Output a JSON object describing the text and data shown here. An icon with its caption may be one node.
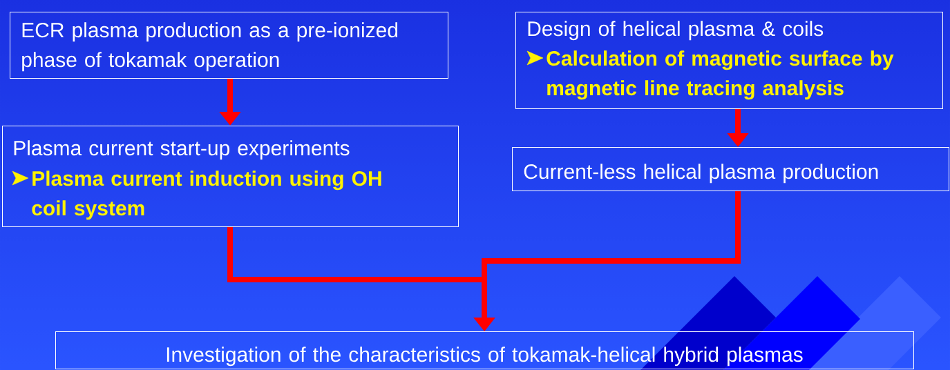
{
  "diagram": {
    "nodes": [
      {
        "text": [
          "ECR plasma production as a pre-ionized phase of tokamak operation"
        ]
      },
      {
        "text": [
          "Design of helical plasma & coils",
          "Calculation of magnetic surface by magnetic line tracing analysis"
        ]
      },
      {
        "text": [
          "Plasma current start-up experiments",
          "Plasma current induction using OH coil system"
        ]
      },
      {
        "text": [
          "Current-less helical plasma production"
        ]
      },
      {
        "text": [
          "Investigation of the characteristics of tokamak-helical hybrid plasmas"
        ]
      }
    ],
    "edges": [
      {
        "from": 0,
        "to": 2,
        "arrow": "to"
      },
      {
        "from": 1,
        "to": 3,
        "arrow": "to"
      },
      {
        "from": 2,
        "to": 4,
        "arrow": "to"
      },
      {
        "from": 3,
        "to": 4,
        "arrow": "to"
      }
    ]
  }
}
